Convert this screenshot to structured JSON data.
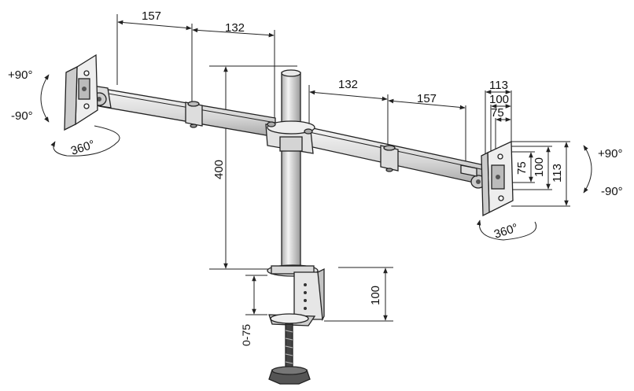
{
  "dimensions": {
    "left_outer_arm": "157",
    "left_inner_arm": "132",
    "right_inner_arm": "132",
    "right_outer_arm": "157",
    "pole_height": "400",
    "vesa_113": "113",
    "vesa_100": "100",
    "vesa_75": "75",
    "clamp_height": "100",
    "clamp_range": "0-75"
  },
  "rotation": {
    "tilt_up": "+90°",
    "tilt_down": "-90°",
    "swivel": "360°"
  },
  "colors": {
    "line": "#222222",
    "metal_light": "#eeeeee",
    "metal_mid": "#cccccc",
    "metal_dark": "#888888",
    "black_part": "#333333"
  }
}
